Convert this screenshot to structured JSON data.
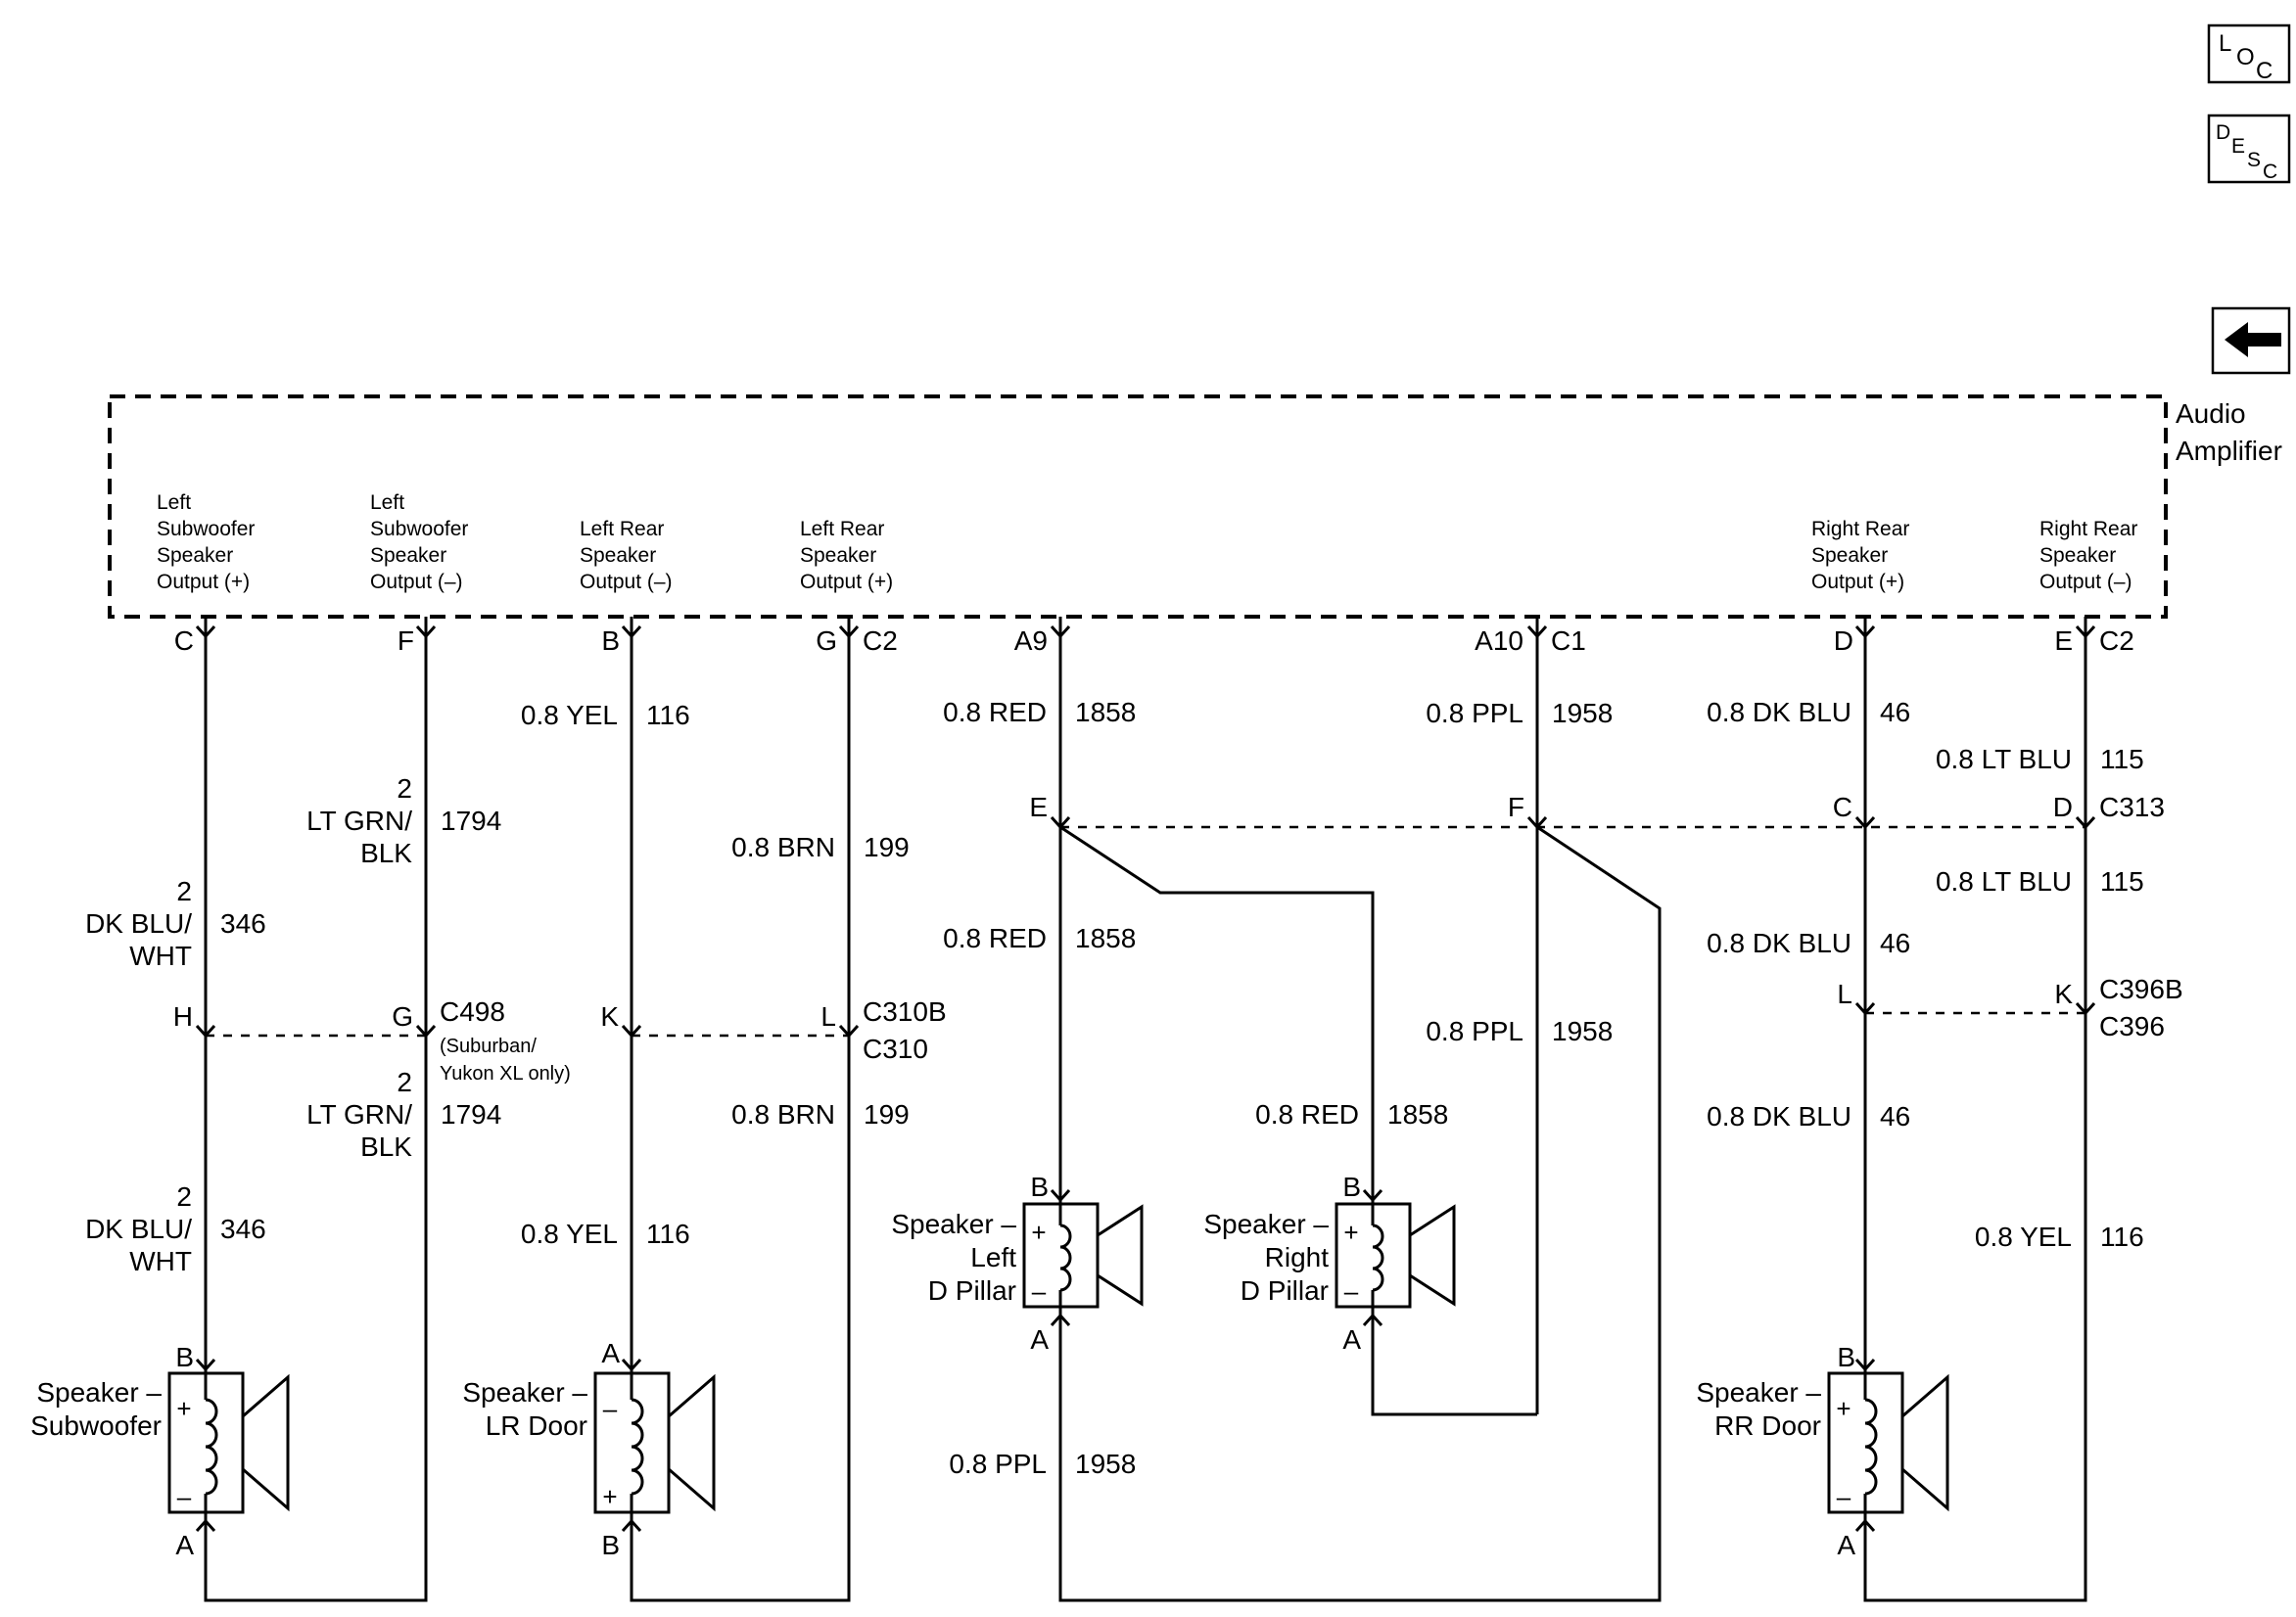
{
  "buttons": {
    "loc": [
      "L",
      "O",
      "C"
    ],
    "desc": [
      "D",
      "E",
      "S",
      "C"
    ]
  },
  "amplifier": {
    "name": [
      "Audio",
      "Amplifier"
    ],
    "outputs": [
      [
        "Left",
        "Subwoofer",
        "Speaker",
        "Output (+)"
      ],
      [
        "Left",
        "Subwoofer",
        "Speaker",
        "Output (–)"
      ],
      [
        "Left Rear",
        "Speaker",
        "Output (–)"
      ],
      [
        "Left Rear",
        "Speaker",
        "Output (+)"
      ],
      [
        "Right Rear",
        "Speaker",
        "Output (+)"
      ],
      [
        "Right Rear",
        "Speaker",
        "Output (–)"
      ]
    ],
    "pins": {
      "c": "C",
      "f": "F",
      "b": "B",
      "g": "G",
      "g_conn": "C2",
      "a9": "A9",
      "a10": "A10",
      "a10_conn": "C1",
      "d": "D",
      "e": "E",
      "e_conn": "C2"
    }
  },
  "wires": {
    "b_upper": {
      "label": "0.8 YEL",
      "circuit": "116"
    },
    "a9_upper": {
      "label": "0.8 RED",
      "circuit": "1858"
    },
    "c1_upper": {
      "label": "0.8 PPL",
      "circuit": "1958"
    },
    "d_upper": {
      "label": "0.8 DK BLU",
      "circuit": "46"
    },
    "e_upper": {
      "label": "0.8 LT BLU",
      "circuit": "115"
    },
    "f_upper": {
      "lines": [
        "2",
        "LT GRN/",
        "BLK"
      ],
      "circuit": "1794"
    },
    "g_upper": {
      "label": "0.8 BRN",
      "circuit": "199"
    },
    "c_upper": {
      "lines": [
        "2",
        "DK BLU/",
        "WHT"
      ],
      "circuit": "346"
    },
    "e_mid": {
      "label": "0.8 LT BLU",
      "circuit": "115"
    },
    "a9_mid": {
      "label": "0.8 RED",
      "circuit": "1858"
    },
    "d_mid": {
      "label": "0.8 DK BLU",
      "circuit": "46"
    },
    "c1_mid": {
      "label": "0.8 PPL",
      "circuit": "1958"
    },
    "f_lower": {
      "lines": [
        "2",
        "LT GRN/",
        "BLK"
      ],
      "circuit": "1794"
    },
    "g_lower": {
      "label": "0.8 BRN",
      "circuit": "199"
    },
    "red_branch": {
      "label": "0.8 RED",
      "circuit": "1858"
    },
    "d_lower": {
      "label": "0.8 DK BLU",
      "circuit": "46"
    },
    "c_lower": {
      "lines": [
        "2",
        "DK BLU/",
        "WHT"
      ],
      "circuit": "346"
    },
    "b_lower": {
      "label": "0.8 YEL",
      "circuit": "116"
    },
    "e_lower": {
      "label": "0.8 YEL",
      "circuit": "116"
    },
    "ppl_lower": {
      "label": "0.8 PPL",
      "circuit": "1958"
    }
  },
  "connectors": {
    "c313": {
      "pin_e": "E",
      "pin_f": "F",
      "pin_c": "C",
      "pin_d": "D",
      "name": "C313"
    },
    "c498": {
      "pin_h": "H",
      "pin_g": "G",
      "name": "C498",
      "note1": "(Suburban/",
      "note2": "Yukon XL only)"
    },
    "c310": {
      "pin_k": "K",
      "pin_l": "L",
      "name_top": "C310B",
      "name_bottom": "C310"
    },
    "c396": {
      "pin_l": "L",
      "pin_k": "K",
      "name_top": "C396B",
      "name_bottom": "C396"
    }
  },
  "speakers": {
    "subwoofer": {
      "label": [
        "Speaker –",
        "Subwoofer"
      ],
      "top_pin": "B",
      "bottom_pin": "A",
      "top_sign": "+",
      "bottom_sign": "–"
    },
    "lr_door": {
      "label": [
        "Speaker –",
        "LR Door"
      ],
      "top_pin": "A",
      "bottom_pin": "B",
      "top_sign": "–",
      "bottom_sign": "+"
    },
    "left_d_pillar": {
      "label": [
        "Speaker –",
        "Left",
        "D Pillar"
      ],
      "top_pin": "B",
      "bottom_pin": "A",
      "top_sign": "+",
      "bottom_sign": "–"
    },
    "right_d_pillar": {
      "label": [
        "Speaker –",
        "Right",
        "D Pillar"
      ],
      "top_pin": "B",
      "bottom_pin": "A",
      "top_sign": "+",
      "bottom_sign": "–"
    },
    "rr_door": {
      "label": [
        "Speaker –",
        "RR Door"
      ],
      "top_pin": "B",
      "bottom_pin": "A",
      "top_sign": "+",
      "bottom_sign": "–"
    }
  }
}
